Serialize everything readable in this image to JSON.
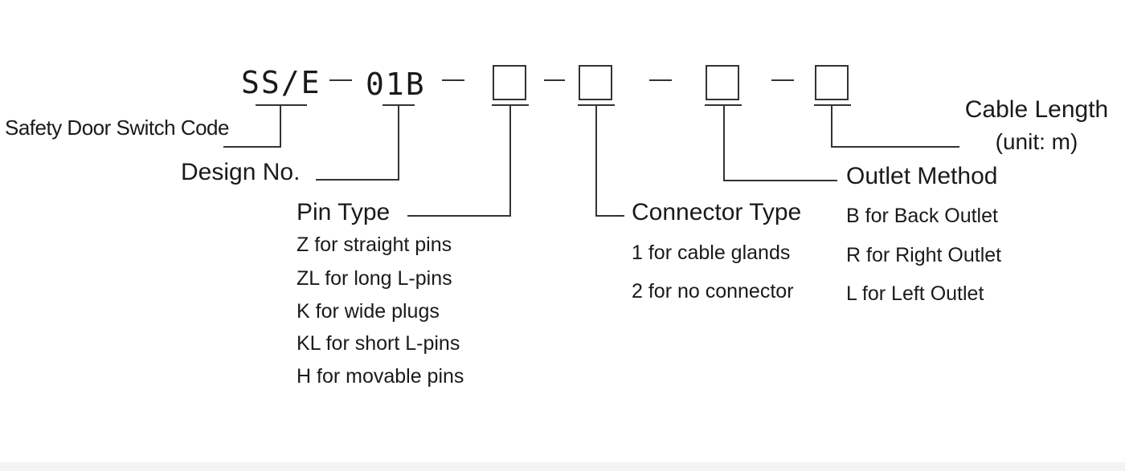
{
  "code": {
    "prefix": "SS/E",
    "design": "01B"
  },
  "labels": {
    "switch_code": "Safety Door Switch Code",
    "design_no": "Design No.",
    "pin_type": "Pin Type",
    "connector_type": "Connector Type",
    "outlet_method": "Outlet Method",
    "cable_length_line1": "Cable Length",
    "cable_length_line2": "(unit: m)"
  },
  "pin_options": [
    "Z  for straight pins",
    "ZL  for long L-pins",
    "K  for wide plugs",
    "KL  for short L-pins",
    "H  for movable pins"
  ],
  "connector_options": [
    "1 for cable glands",
    "2 for no connector"
  ],
  "outlet_options": [
    "B for Back Outlet",
    "R for Right Outlet",
    "L for Left Outlet"
  ]
}
